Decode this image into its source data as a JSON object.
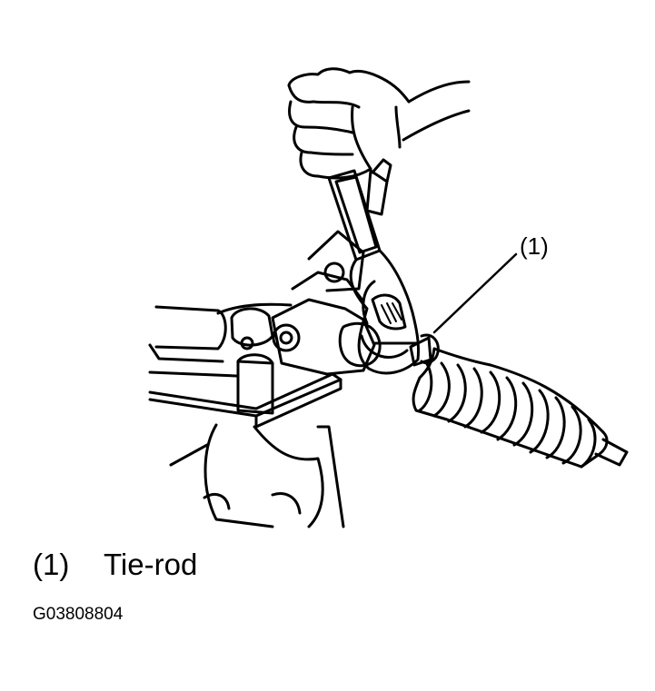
{
  "callout": {
    "number": "(1)"
  },
  "legend": [
    {
      "number": "(1)",
      "label": "Tie-rod"
    }
  ],
  "figure_code": "G03808804"
}
